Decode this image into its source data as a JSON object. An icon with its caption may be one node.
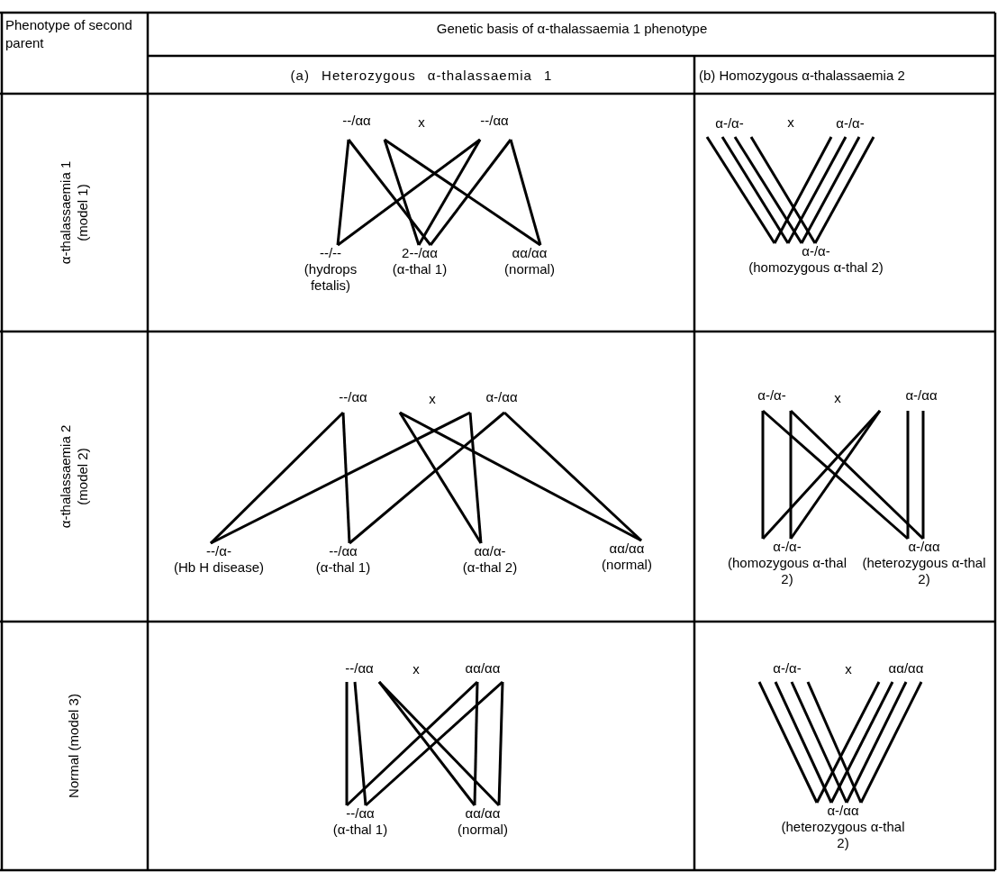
{
  "diagram": {
    "nodes": [
      {
        "text": [
          "--/αα"
        ]
      },
      {
        "text": [
          "--/αα"
        ]
      },
      {
        "text": [
          "--/--",
          "(hydrops fetalis)"
        ]
      },
      {
        "text": [
          "2--/αα",
          "(α-thal 1)"
        ]
      },
      {
        "text": [
          "αα/αα",
          "(normal)"
        ]
      },
      {
        "text": [
          "α-/α-"
        ]
      },
      {
        "text": [
          "α-/α-"
        ]
      },
      {
        "text": [
          "α-/α-",
          "(homozygous α-thal 2)"
        ]
      },
      {
        "text": [
          "--/αα"
        ]
      },
      {
        "text": [
          "α-/αα"
        ]
      },
      {
        "text": [
          "--/α-",
          "(Hb H disease)"
        ]
      },
      {
        "text": [
          "--/αα",
          "(α-thal 1)"
        ]
      },
      {
        "text": [
          "αα/α-",
          "(α-thal 2)"
        ]
      },
      {
        "text": [
          "αα/αα",
          "(normal)"
        ]
      },
      {
        "text": [
          "α-/α-"
        ]
      },
      {
        "text": [
          "α-/αα"
        ]
      },
      {
        "text": [
          "α-/α-",
          "(homozygous α-thal 2)"
        ]
      },
      {
        "text": [
          "α-/αα",
          "(heterozygous α-thal 2)"
        ]
      },
      {
        "text": [
          "--/αα"
        ]
      },
      {
        "text": [
          "αα/αα"
        ]
      },
      {
        "text": [
          "--/αα",
          "(α-thal 1)"
        ]
      },
      {
        "text": [
          "αα/αα",
          "(normal)"
        ]
      },
      {
        "text": [
          "α-/α-"
        ]
      },
      {
        "text": [
          "αα/αα"
        ]
      },
      {
        "text": [
          "α-/αα",
          "(heterozygous α-thal 2)"
        ]
      }
    ],
    "edges": [
      {
        "from": 0,
        "to": 2,
        "arrow": "none"
      },
      {
        "from": 0,
        "to": 3,
        "arrow": "none"
      },
      {
        "from": 0,
        "to": 3,
        "arrow": "none"
      },
      {
        "from": 0,
        "to": 4,
        "arrow": "none"
      },
      {
        "from": 1,
        "to": 2,
        "arrow": "none"
      },
      {
        "from": 1,
        "to": 3,
        "arrow": "none"
      },
      {
        "from": 1,
        "to": 3,
        "arrow": "none"
      },
      {
        "from": 1,
        "to": 4,
        "arrow": "none"
      },
      {
        "from": 5,
        "to": 7,
        "arrow": "none"
      },
      {
        "from": 5,
        "to": 7,
        "arrow": "none"
      },
      {
        "from": 5,
        "to": 7,
        "arrow": "none"
      },
      {
        "from": 5,
        "to": 7,
        "arrow": "none"
      },
      {
        "from": 6,
        "to": 7,
        "arrow": "none"
      },
      {
        "from": 6,
        "to": 7,
        "arrow": "none"
      },
      {
        "from": 6,
        "to": 7,
        "arrow": "none"
      },
      {
        "from": 6,
        "to": 7,
        "arrow": "none"
      },
      {
        "from": 8,
        "to": 10,
        "arrow": "none"
      },
      {
        "from": 8,
        "to": 11,
        "arrow": "none"
      },
      {
        "from": 8,
        "to": 12,
        "arrow": "none"
      },
      {
        "from": 8,
        "to": 13,
        "arrow": "none"
      },
      {
        "from": 9,
        "to": 10,
        "arrow": "none"
      },
      {
        "from": 9,
        "to": 12,
        "arrow": "none"
      },
      {
        "from": 9,
        "to": 11,
        "arrow": "none"
      },
      {
        "from": 9,
        "to": 13,
        "arrow": "none"
      },
      {
        "from": 14,
        "to": 16,
        "arrow": "none"
      },
      {
        "from": 14,
        "to": 17,
        "arrow": "none"
      },
      {
        "from": 14,
        "to": 16,
        "arrow": "none"
      },
      {
        "from": 14,
        "to": 17,
        "arrow": "none"
      },
      {
        "from": 15,
        "to": 16,
        "arrow": "none"
      },
      {
        "from": 15,
        "to": 16,
        "arrow": "none"
      },
      {
        "from": 15,
        "to": 17,
        "arrow": "none"
      },
      {
        "from": 15,
        "to": 17,
        "arrow": "none"
      },
      {
        "from": 18,
        "to": 20,
        "arrow": "none"
      },
      {
        "from": 18,
        "to": 20,
        "arrow": "none"
      },
      {
        "from": 18,
        "to": 21,
        "arrow": "none"
      },
      {
        "from": 18,
        "to": 21,
        "arrow": "none"
      },
      {
        "from": 19,
        "to": 20,
        "arrow": "none"
      },
      {
        "from": 19,
        "to": 21,
        "arrow": "none"
      },
      {
        "from": 19,
        "to": 20,
        "arrow": "none"
      },
      {
        "from": 19,
        "to": 21,
        "arrow": "none"
      },
      {
        "from": 22,
        "to": 24,
        "arrow": "none"
      },
      {
        "from": 22,
        "to": 24,
        "arrow": "none"
      },
      {
        "from": 22,
        "to": 24,
        "arrow": "none"
      },
      {
        "from": 22,
        "to": 24,
        "arrow": "none"
      },
      {
        "from": 23,
        "to": 24,
        "arrow": "none"
      },
      {
        "from": 23,
        "to": 24,
        "arrow": "none"
      },
      {
        "from": 23,
        "to": 24,
        "arrow": "none"
      },
      {
        "from": 23,
        "to": 24,
        "arrow": "none"
      }
    ],
    "labels": [
      "Phenotype of second parent",
      "Genetic basis of α-thalassaemia 1 phenotype",
      "(a) Heterozygous α-thalassaemia 1",
      "(b) Homozygous α-thalassaemia 2",
      "α-thalassaemia 1 (model 1)",
      "x",
      "x",
      "α-thalassaemia 2 (model 2)",
      "x",
      "x",
      "Normal (model 3)",
      "x",
      "x"
    ]
  }
}
